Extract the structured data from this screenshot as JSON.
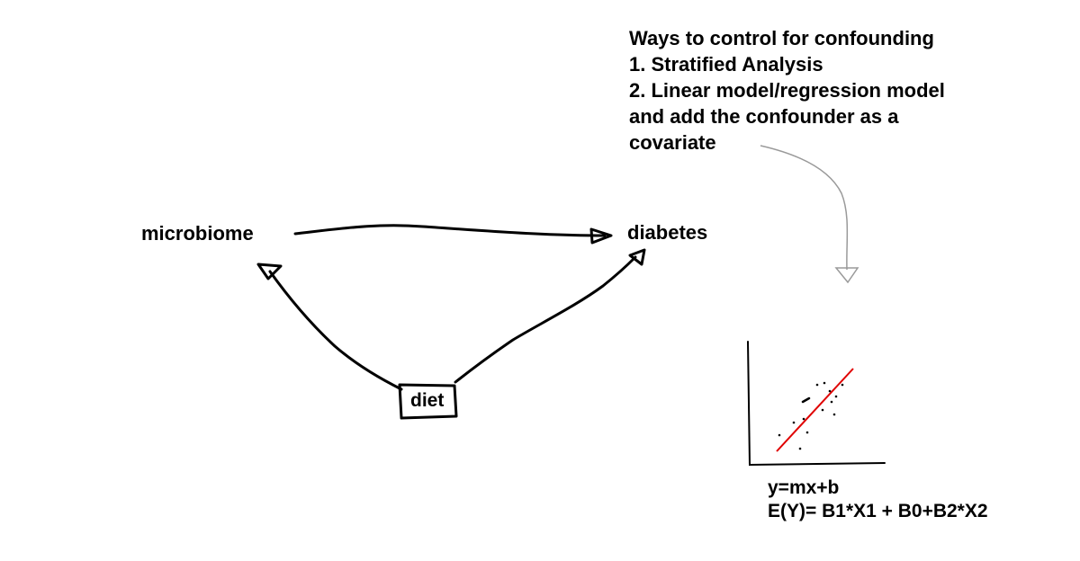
{
  "notes": {
    "lines": [
      "Ways to control for confounding",
      "1. Stratified Analysis",
      "2. Linear model/regression model",
      "and add the confounder as a",
      "covariate"
    ]
  },
  "nodes": {
    "microbiome": "microbiome",
    "diabetes": "diabetes",
    "diet": "diet"
  },
  "equations": {
    "line1": "y=mx+b",
    "line2": "E(Y)= B1*X1 + B0+B2*X2"
  },
  "colors": {
    "ink": "#000000",
    "pointer": "#9a9a9a",
    "fit_line": "#e00000"
  }
}
